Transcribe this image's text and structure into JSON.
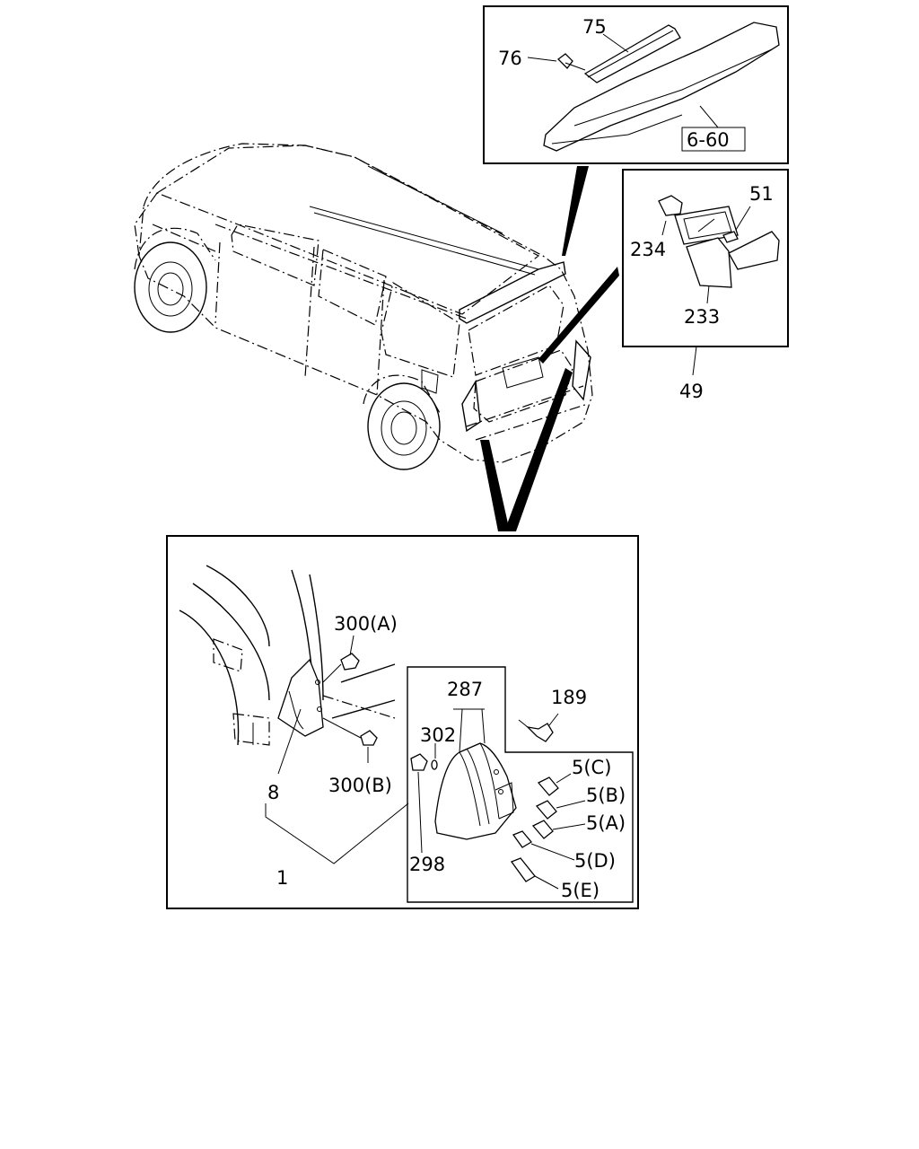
{
  "labels": {
    "p75": "75",
    "p76": "76",
    "p6_60": "6-60",
    "p51": "51",
    "p234": "234",
    "p233": "233",
    "p49": "49",
    "p300a": "300(A)",
    "p300b": "300(B)",
    "p8": "8",
    "p1": "1",
    "p287": "287",
    "p189": "189",
    "p302": "302",
    "p298": "298",
    "p5c": "5(C)",
    "p5b": "5(B)",
    "p5a": "5(A)",
    "p5d": "5(D)",
    "p5e": "5(E)"
  }
}
